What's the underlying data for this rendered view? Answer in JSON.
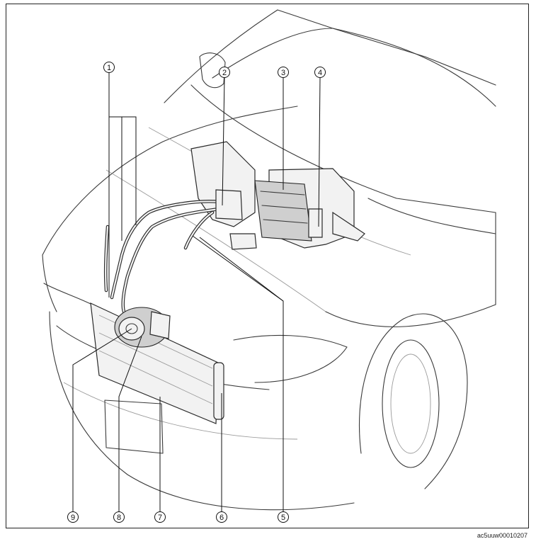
{
  "callouts": [
    {
      "id": "1",
      "label": "1"
    },
    {
      "id": "2",
      "label": "2"
    },
    {
      "id": "3",
      "label": "3"
    },
    {
      "id": "4",
      "label": "4"
    },
    {
      "id": "5",
      "label": "5"
    },
    {
      "id": "6",
      "label": "6"
    },
    {
      "id": "7",
      "label": "7"
    },
    {
      "id": "8",
      "label": "8"
    },
    {
      "id": "9",
      "label": "9"
    }
  ],
  "image_code": "ac5uuw00010207"
}
